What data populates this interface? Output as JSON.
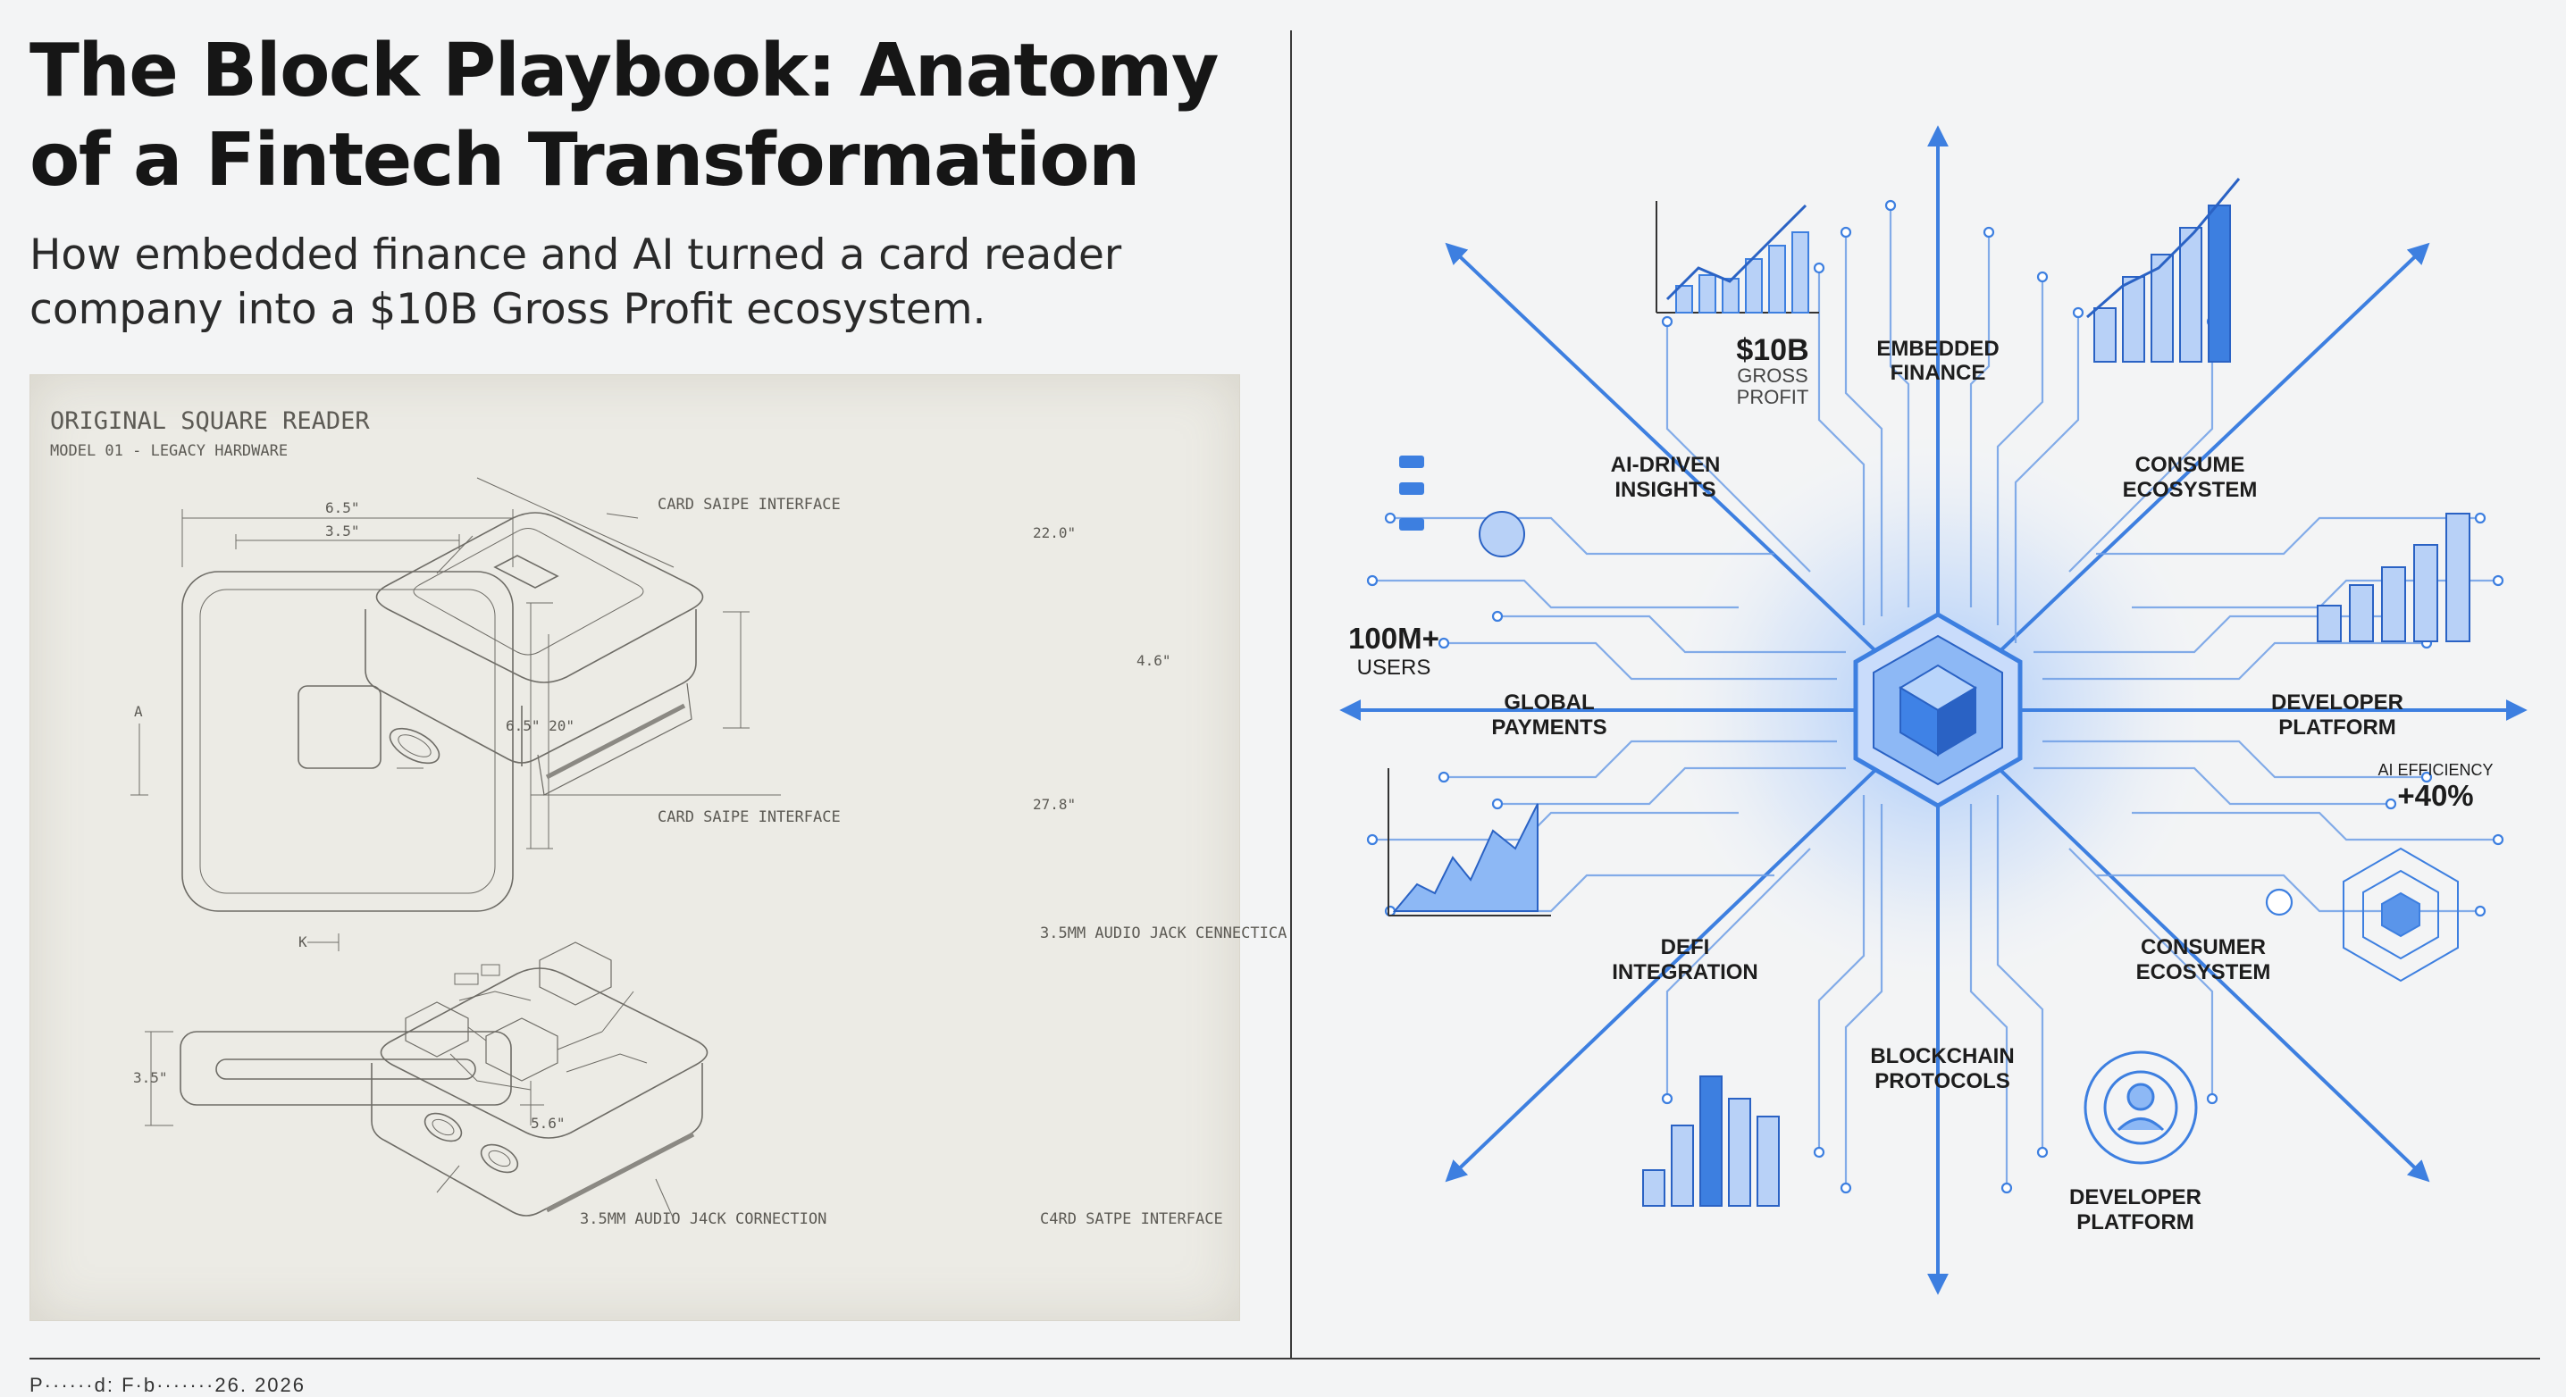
{
  "header": {
    "title": "The Block Playbook: Anatomy of a Fintech Transformation",
    "subtitle": "How embedded finance and AI turned a card reader company into a $10B Gross Profit ecosystem."
  },
  "blueprint": {
    "title": "ORIGINAL SQUARE READER",
    "subtitle": "MODEL 01 - LEGACY HARDWARE",
    "dimensions": {
      "top_outer": "6.5\"",
      "top_inner": "3.5\"",
      "side_right": "6.5\" 20\"",
      "side_left": "A",
      "bottom_mark": "K",
      "iso_width": "22.0\"",
      "iso_height": "4.6\"",
      "iso_depth": "27.8\"",
      "side_view_height": "3.5\"",
      "side_view_depth": "5.6\""
    },
    "callouts": {
      "card_swipe_top": "CARD SAIPE INTERFACE",
      "card_swipe_mid": "CARD SAIPE INTERFACE",
      "audio_jack_right": "3.5MM AUDIO JACK CENNECTICA",
      "audio_jack_bottom": "3.5MM AUDIO J4CK CORNECTION",
      "card_swipe_bottom": "C4RD SATPE INTERFACE"
    }
  },
  "ecosystem": {
    "center_label": "",
    "labels": {
      "gross_profit_value": "$10B",
      "gross_profit_line1": "GROSS",
      "gross_profit_line2": "PROFIT",
      "embedded_finance_line1": "EMBEDDED",
      "embedded_finance_line2": "FINANCE",
      "ai_insights_line1": "AI-DRIVEN",
      "ai_insights_line2": "INSIGHTS",
      "consume_ecosystem_line1": "CONSUME",
      "consume_ecosystem_line2": "ECOSYSTEM",
      "users_value": "100M+",
      "users_label": "USERS",
      "global_payments_line1": "GLOBAL",
      "global_payments_line2": "PAYMENTS",
      "developer_platform_right_line1": "DEVELOPER",
      "developer_platform_right_line2": "PLATFORM",
      "ai_efficiency_label": "AI EFFICIENCY",
      "ai_efficiency_value": "+40%",
      "defi_line1": "DEFI",
      "defi_line2": "INTEGRATION",
      "consumer_ecosystem_line1": "CONSUMER",
      "consumer_ecosystem_line2": "ECOSYSTEM",
      "blockchain_line1": "BLOCKCHAIN",
      "blockchain_line2": "PROTOCOLS",
      "developer_platform_bottom_line1": "DEVELOPER",
      "developer_platform_bottom_line2": "PLATFORM"
    },
    "colors": {
      "accent": "#3d7fe0",
      "accent_dark": "#2a62c4",
      "accent_light": "#9cc2f5"
    }
  },
  "footer": {
    "partial_text": "P······d: F·b·······26, 2026"
  }
}
